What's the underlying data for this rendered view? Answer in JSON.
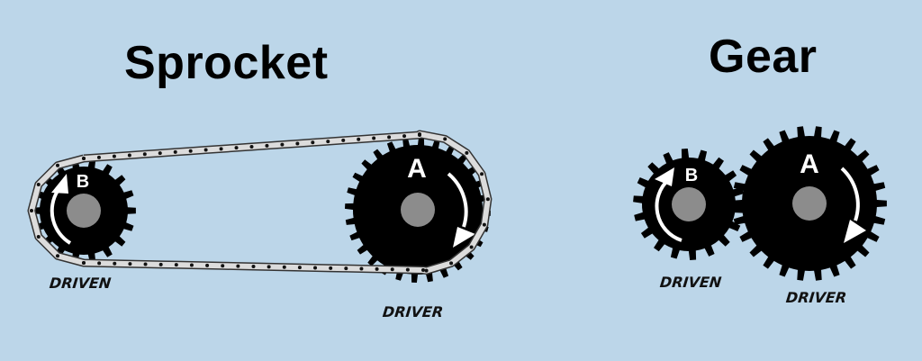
{
  "titles": {
    "sprocket": "Sprocket",
    "gear": "Gear"
  },
  "sprocket": {
    "driven": {
      "letter": "B",
      "label": "DRIVEN",
      "rotation": "counter-clockwise"
    },
    "driver": {
      "letter": "A",
      "label": "DRIVER",
      "rotation": "clockwise"
    },
    "connector": "chain"
  },
  "gear": {
    "driven": {
      "letter": "B",
      "label": "DRIVEN",
      "rotation": "counter-clockwise"
    },
    "driver": {
      "letter": "A",
      "label": "DRIVER",
      "rotation": "clockwise"
    },
    "connector": "meshed teeth"
  },
  "colors": {
    "background": "#bcd6e9",
    "gear": "#000000",
    "hub": "#8c8c8c",
    "chain": "#dcdcdc",
    "arrow": "#ffffff"
  }
}
